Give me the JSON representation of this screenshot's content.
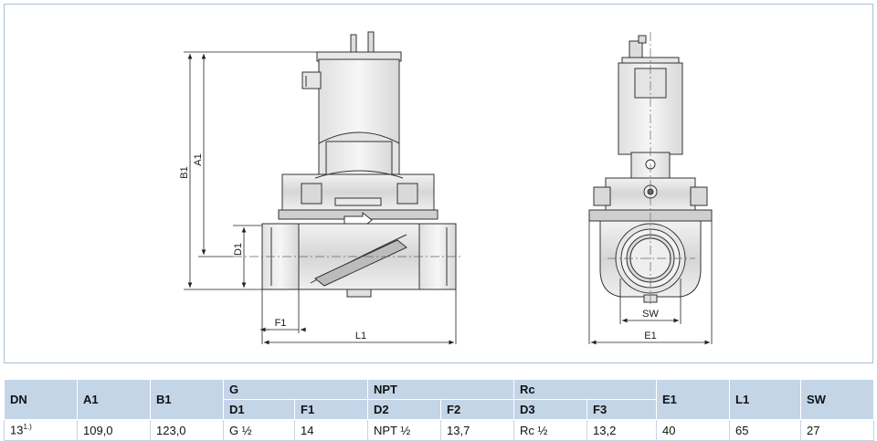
{
  "drawing": {
    "labels": {
      "b1": "B1",
      "a1": "A1",
      "d1": "D1",
      "f1": "F1",
      "l1": "L1",
      "sw": "SW",
      "e1": "E1"
    }
  },
  "table": {
    "headers": {
      "dn": "DN",
      "a1": "A1",
      "b1": "B1",
      "g": "G",
      "npt": "NPT",
      "rc": "Rc",
      "e1": "E1",
      "l1": "L1",
      "sw": "SW"
    },
    "subheaders": {
      "d1": "D1",
      "f1": "F1",
      "d2": "D2",
      "f2": "F2",
      "d3": "D3",
      "f3": "F3"
    },
    "row": {
      "dn": "13",
      "dn_note": "1.)",
      "a1": "109,0",
      "b1": "123,0",
      "g_d1": "G ½",
      "g_f1": "14",
      "npt_d2": "NPT ½",
      "npt_f2": "13,7",
      "rc_d3": "Rc ½",
      "rc_f3": "13,2",
      "e1": "40",
      "l1": "65",
      "sw": "27"
    }
  }
}
